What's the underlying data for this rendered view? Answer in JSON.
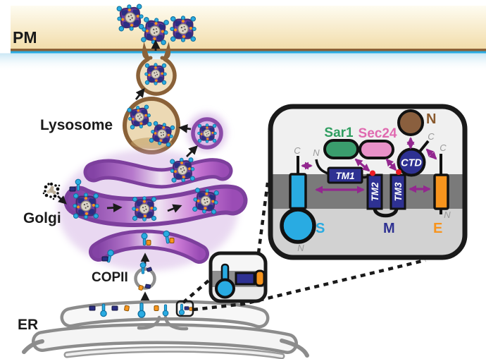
{
  "labels": {
    "pm": "PM",
    "lysosome": "Lysosome",
    "golgi": "Golgi",
    "copii": "COPII",
    "er": "ER"
  },
  "inset": {
    "sar1": "Sar1",
    "sec24": "Sec24",
    "nucleocapsid": "N",
    "ctd": "CTD",
    "tm1": "TM1",
    "tm2": "TM2",
    "tm3": "TM3",
    "spike": "S",
    "membrane_protein": "M",
    "envelope": "E",
    "terminus_c": "C",
    "terminus_n": "N"
  },
  "colors": {
    "spike_cyan": "#29abe2",
    "membrane_navy": "#2e3192",
    "envelope_orange": "#f7941d",
    "nucleocapsid_brown": "#8a5f3e",
    "sar1_green": "#3a9d6d",
    "sec24_pink": "#e891c8",
    "interaction_arrow_purple": "#93278f",
    "golgi_purple": "#7d3f9d",
    "lysosome_brown": "#8a6138",
    "er_gray": "#8c8c8c",
    "pm_tan": "#f3dfad",
    "pm_line_cyan": "#29abe2",
    "red_dot": "#ed1c24",
    "inset_membrane_gray": "#7a7a7a"
  }
}
